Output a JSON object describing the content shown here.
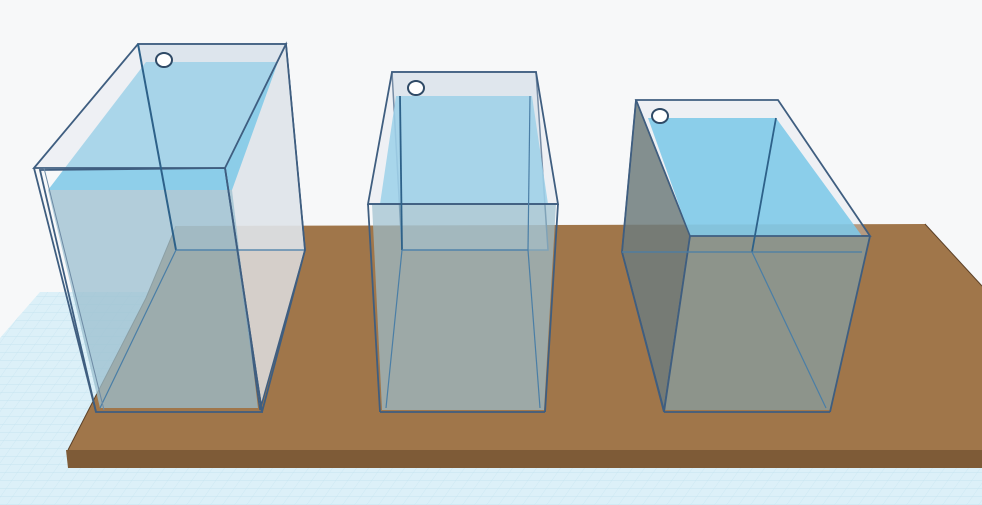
{
  "scene": {
    "objects": [
      {
        "id": "container-1",
        "kind": "transparent-box-with-hole"
      },
      {
        "id": "container-2",
        "kind": "transparent-box-with-hole"
      },
      {
        "id": "container-3",
        "kind": "transparent-box-with-hole"
      }
    ],
    "colors": {
      "background": "#f7f8f9",
      "grid_fill": "#d6ecf5",
      "grid_line": "#bde0ee",
      "board_top": "#a0764a",
      "board_front": "#7e5b37",
      "glass_edge": "#3f5e80",
      "glass_face": "#b9d2e6",
      "water": "#7dc8e8"
    }
  }
}
